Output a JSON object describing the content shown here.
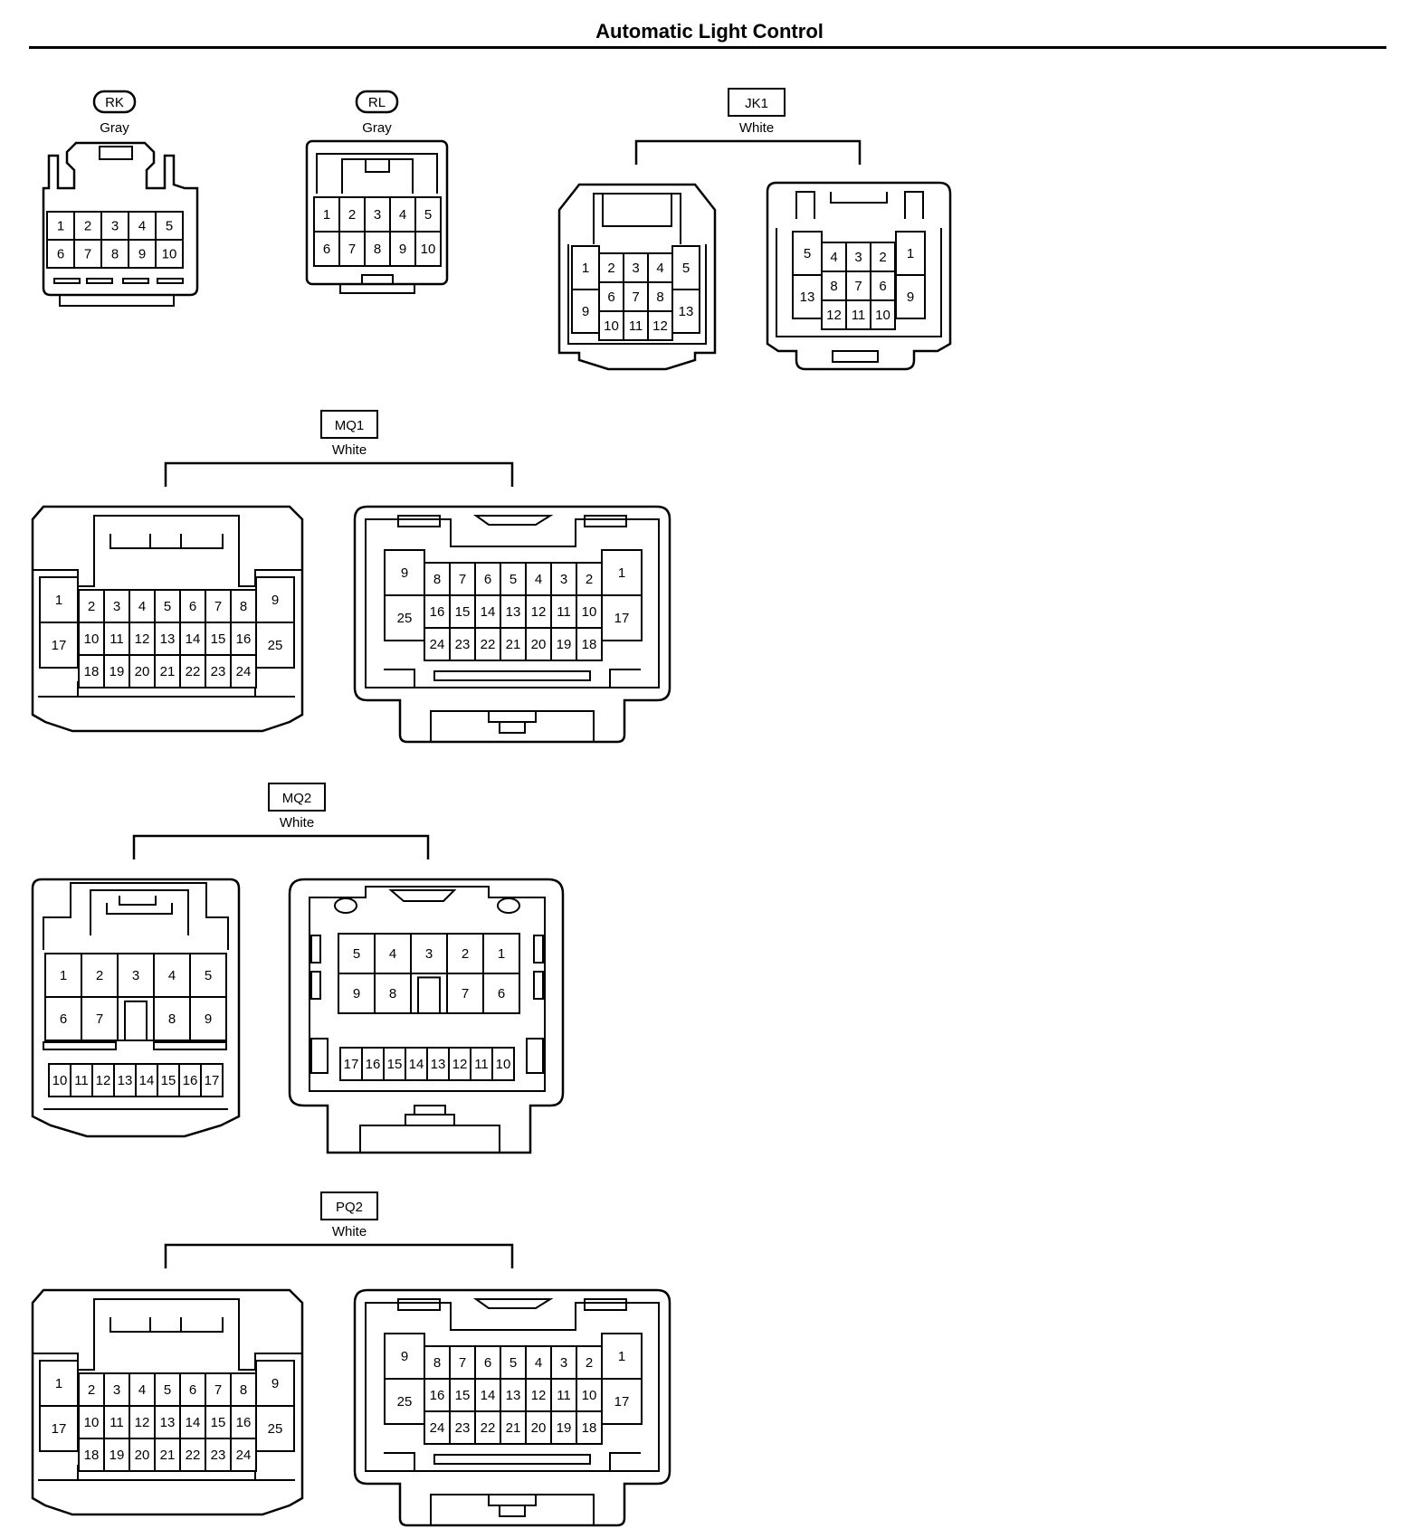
{
  "title": "Automatic Light Control",
  "connectors": [
    {
      "id": "RK",
      "label_style": "rounded",
      "color": "Gray",
      "views": [
        {
          "pins": [
            [
              "1",
              "2",
              "3",
              "4",
              "5"
            ],
            [
              "6",
              "7",
              "8",
              "9",
              "10"
            ]
          ]
        }
      ]
    },
    {
      "id": "RL",
      "label_style": "rounded",
      "color": "Gray",
      "views": [
        {
          "pins": [
            [
              "1",
              "2",
              "3",
              "4",
              "5"
            ],
            [
              "6",
              "7",
              "8",
              "9",
              "10"
            ]
          ]
        }
      ]
    },
    {
      "id": "JK1",
      "label_style": "box",
      "color": "White",
      "views": [
        {
          "side_left": [
            "1",
            "9"
          ],
          "side_right": [
            "5",
            "13"
          ],
          "pins": [
            [
              "2",
              "3",
              "4"
            ],
            [
              "6",
              "7",
              "8"
            ],
            [
              "10",
              "11",
              "12"
            ]
          ]
        },
        {
          "side_left": [
            "5",
            "13"
          ],
          "side_right": [
            "1",
            "9"
          ],
          "pins": [
            [
              "4",
              "3",
              "2"
            ],
            [
              "8",
              "7",
              "6"
            ],
            [
              "12",
              "11",
              "10"
            ]
          ]
        }
      ]
    },
    {
      "id": "MQ1",
      "label_style": "box",
      "color": "White",
      "views": [
        {
          "side_left": [
            "1",
            "17"
          ],
          "side_right": [
            "9",
            "25"
          ],
          "pins": [
            [
              "2",
              "3",
              "4",
              "5",
              "6",
              "7",
              "8"
            ],
            [
              "10",
              "11",
              "12",
              "13",
              "14",
              "15",
              "16"
            ],
            [
              "18",
              "19",
              "20",
              "21",
              "22",
              "23",
              "24"
            ]
          ]
        },
        {
          "side_left": [
            "9",
            "25"
          ],
          "side_right": [
            "1",
            "17"
          ],
          "pins": [
            [
              "8",
              "7",
              "6",
              "5",
              "4",
              "3",
              "2"
            ],
            [
              "16",
              "15",
              "14",
              "13",
              "12",
              "11",
              "10"
            ],
            [
              "24",
              "23",
              "22",
              "21",
              "20",
              "19",
              "18"
            ]
          ]
        }
      ]
    },
    {
      "id": "MQ2",
      "label_style": "box",
      "color": "White",
      "views": [
        {
          "pins": [
            [
              "1",
              "2",
              "3",
              "4",
              "5"
            ],
            [
              "6",
              "7",
              "",
              "8",
              "9"
            ]
          ],
          "bottom_row": [
            "10",
            "11",
            "12",
            "13",
            "14",
            "15",
            "16",
            "17"
          ]
        },
        {
          "pins": [
            [
              "5",
              "4",
              "3",
              "2",
              "1"
            ],
            [
              "9",
              "8",
              "",
              "7",
              "6"
            ]
          ],
          "bottom_row": [
            "17",
            "16",
            "15",
            "14",
            "13",
            "12",
            "11",
            "10"
          ]
        }
      ]
    },
    {
      "id": "PQ2",
      "label_style": "box",
      "color": "White",
      "views": [
        {
          "side_left": [
            "1",
            "17"
          ],
          "side_right": [
            "9",
            "25"
          ],
          "pins": [
            [
              "2",
              "3",
              "4",
              "5",
              "6",
              "7",
              "8"
            ],
            [
              "10",
              "11",
              "12",
              "13",
              "14",
              "15",
              "16"
            ],
            [
              "18",
              "19",
              "20",
              "21",
              "22",
              "23",
              "24"
            ]
          ]
        },
        {
          "side_left": [
            "9",
            "25"
          ],
          "side_right": [
            "1",
            "17"
          ],
          "pins": [
            [
              "8",
              "7",
              "6",
              "5",
              "4",
              "3",
              "2"
            ],
            [
              "16",
              "15",
              "14",
              "13",
              "12",
              "11",
              "10"
            ],
            [
              "24",
              "23",
              "22",
              "21",
              "20",
              "19",
              "18"
            ]
          ]
        }
      ]
    }
  ]
}
